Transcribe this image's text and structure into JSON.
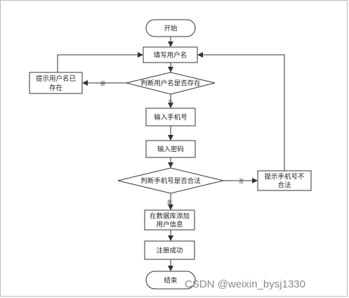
{
  "nodes": {
    "start": "开始",
    "fill_username": "填写用户名",
    "check_username": "判断用户名是否存在",
    "prompt_username_exists": [
      "提示用户名已",
      "存在"
    ],
    "input_phone": "输入手机号",
    "input_password": "输入密码",
    "check_phone": "判断手机号是否合法",
    "prompt_phone_invalid": [
      "提示手机号不",
      "合法"
    ],
    "save_user": [
      "在数据库添加",
      "用户信息"
    ],
    "register_success": "注册成功",
    "end": "结束"
  },
  "edges": {
    "yes": "是",
    "no": "否"
  },
  "watermark": "CSDN @weixin_bysj1330",
  "colors": {
    "stroke": "#333333",
    "text": "#222222",
    "watermark": "#8a8a8a"
  }
}
